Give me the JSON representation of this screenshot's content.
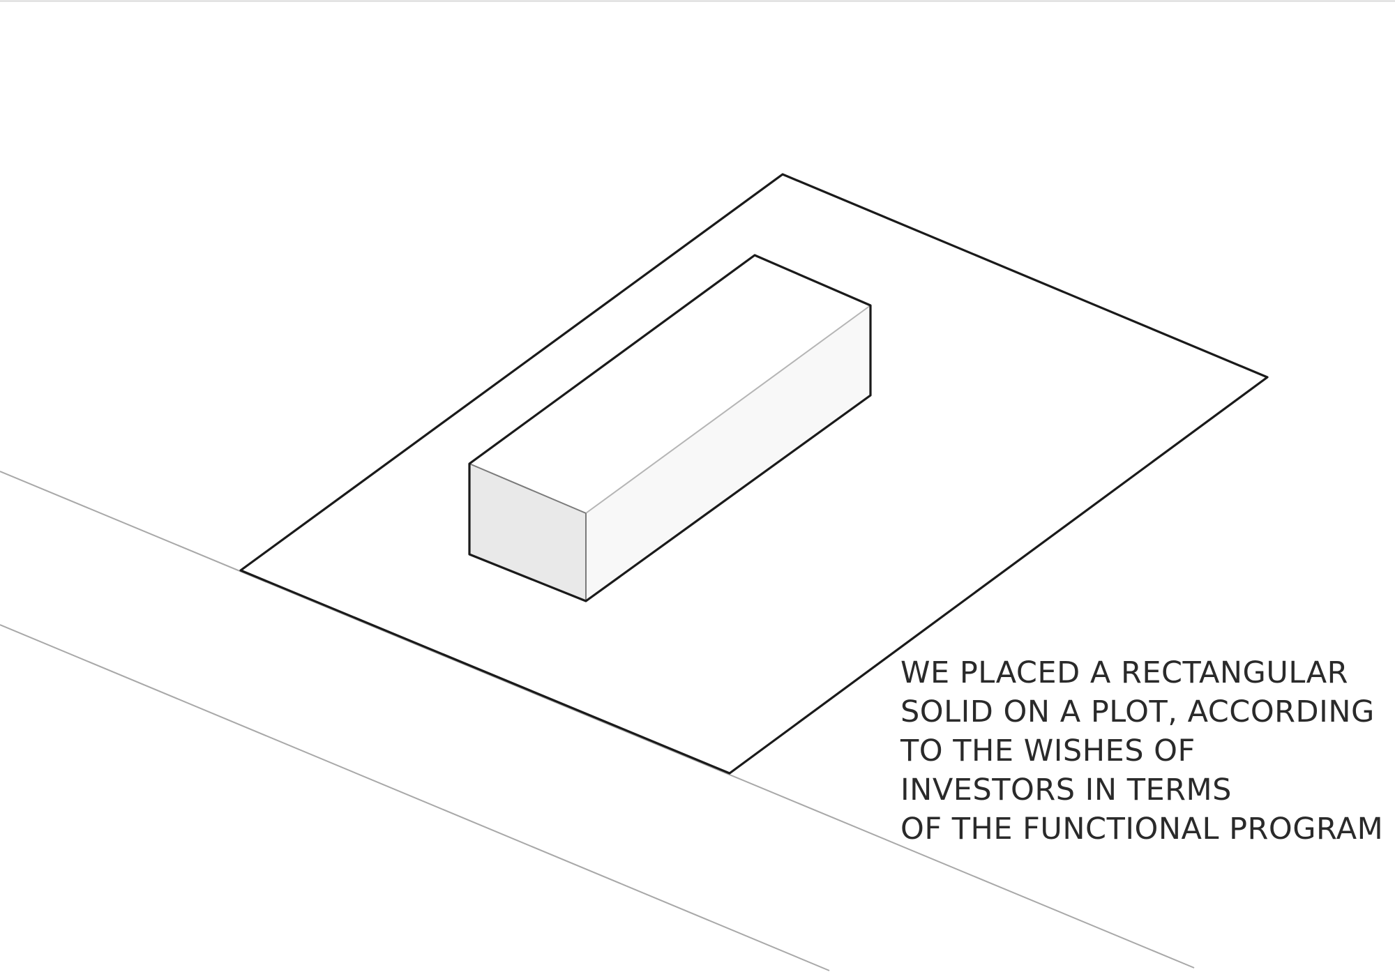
{
  "caption": {
    "lines": [
      "WE PLACED A RECTANGULAR",
      "SOLID ON A PLOT, ACCORDING",
      "TO THE WISHES OF",
      "INVESTORS IN TERMS",
      "OF THE FUNCTIONAL PROGRAM"
    ]
  },
  "colors": {
    "background": "#ffffff",
    "plot_outline": "#1a1a1a",
    "road_line": "#a8a8a8",
    "solid_front_face": "#e9e9e9",
    "solid_side_face": "#f8f8f8",
    "solid_top_face": "#ffffff",
    "text": "#2a2a2a"
  },
  "diagram": {
    "elements": [
      "road",
      "plot",
      "rectangular-solid",
      "caption"
    ]
  }
}
